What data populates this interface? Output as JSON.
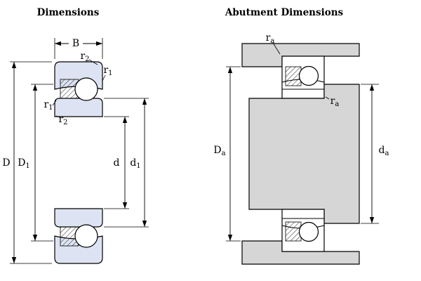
{
  "colors": {
    "ring_fill": "#dde3f2",
    "metal_fill": "#d6d6d6",
    "ball_fill": "#ffffff",
    "line": "#000000",
    "background": "#ffffff"
  },
  "left_panel": {
    "title": "Dimensions",
    "labels": {
      "B": {
        "base": "B",
        "sub": ""
      },
      "r2_top": {
        "base": "r",
        "sub": "2"
      },
      "r1_top": {
        "base": "r",
        "sub": "1"
      },
      "r1_side": {
        "base": "r",
        "sub": "1"
      },
      "r2_side": {
        "base": "r",
        "sub": "2"
      },
      "D": {
        "base": "D",
        "sub": ""
      },
      "D1": {
        "base": "D",
        "sub": "1"
      },
      "d": {
        "base": "d",
        "sub": ""
      },
      "d1": {
        "base": "d",
        "sub": "1"
      }
    }
  },
  "right_panel": {
    "title": "Abutment Dimensions",
    "labels": {
      "ra_housing": {
        "base": "r",
        "sub": "a"
      },
      "ra_shaft": {
        "base": "r",
        "sub": "a"
      },
      "Da": {
        "base": "D",
        "sub": "a"
      },
      "da": {
        "base": "d",
        "sub": "a"
      }
    }
  }
}
